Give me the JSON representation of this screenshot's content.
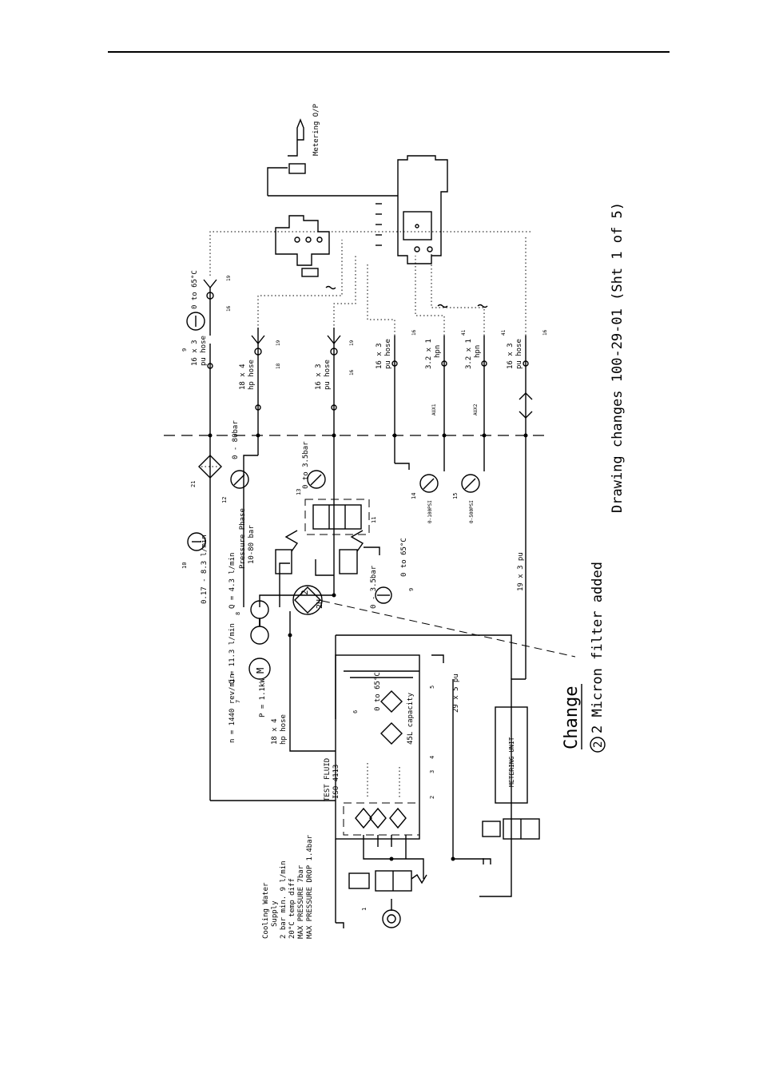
{
  "drawing": {
    "reference": "Drawing changes 100-29-01 (Sht 1 of 5)",
    "change_heading": "Change",
    "change_number": "2",
    "change_text": "2 Micron filter added",
    "filter_symbol": {
      "number": "2",
      "label": "2U"
    }
  },
  "cooling_water": {
    "lines": [
      "Cooling Water",
      "Supply",
      "2 bar min. 9 l/min",
      "20°C temp diff",
      "MAX PRESSURE 7bar",
      "MAX PRESSURE DROP 1.4bar"
    ]
  },
  "test_fluid": {
    "line1": "TEST FLUID",
    "line2": "ISO 4113"
  },
  "pump_group": {
    "speed": "n = 1440 rev/min",
    "flow_1": "Q = 11.3 l/min",
    "flow_2": "Q = 4.3 l/min",
    "power": "P = 1.1kW",
    "motor": "M",
    "part_7": "7",
    "part_8": "8"
  },
  "flow_meter": {
    "part": "10",
    "range": "0.17 - 8.3 l/min"
  },
  "pressure_phase": {
    "line1": "Pressure Phase",
    "line2": "10-80 bar"
  },
  "gauges": {
    "g12": {
      "part": "12",
      "range": "0 - 80bar"
    },
    "g13": {
      "part": "13",
      "range": "0 to 3.5bar"
    },
    "g14": {
      "part": "14",
      "range": "0-100PSI"
    },
    "g15": {
      "part": "15",
      "range": "0-500PSI"
    }
  },
  "relief": {
    "range": "0 - 3.5bar",
    "part": "11"
  },
  "thermometers": {
    "t_return": {
      "part": "9",
      "range": "0 to 65°C"
    },
    "t_top": {
      "part": "9",
      "range": "0 to 65°C"
    },
    "t_tank": {
      "part": "6",
      "range": "0 to 65°C"
    }
  },
  "tank": {
    "capacity": "45L capacity",
    "part_4": "4",
    "part_5": "5",
    "part_3": "3",
    "part_2": "2",
    "part_1": "1"
  },
  "hoses": {
    "return_top": {
      "size": "16 x 3",
      "type": "pu hose"
    },
    "hp_1": {
      "size": "18 x 4",
      "type": "hp hose"
    },
    "pu_2": {
      "size": "16 x 3",
      "type": "pu hose"
    },
    "pu_3": {
      "size": "16 x 3",
      "type": "pu hose"
    },
    "hpn_1": {
      "size": "3.2 x 1",
      "type": "hpn"
    },
    "hpn_2": {
      "size": "3.2 x 1",
      "type": "hpn"
    },
    "pu_4": {
      "size": "16 x 3",
      "type": "pu hose"
    },
    "supply_hp": {
      "size": "18 x 4",
      "type": "hp hose"
    },
    "return_pu": "19 x 3 pu",
    "metering_pu": "29 x 5 pu"
  },
  "aux": {
    "aux1": "AUX1",
    "aux2": "AUX2"
  },
  "part_numbers": {
    "p16": "16",
    "p18": "18",
    "p19": "19",
    "p21": "21",
    "p41": "41"
  },
  "metering": {
    "unit": "METERING UNIT",
    "output": "Metering O/P"
  }
}
